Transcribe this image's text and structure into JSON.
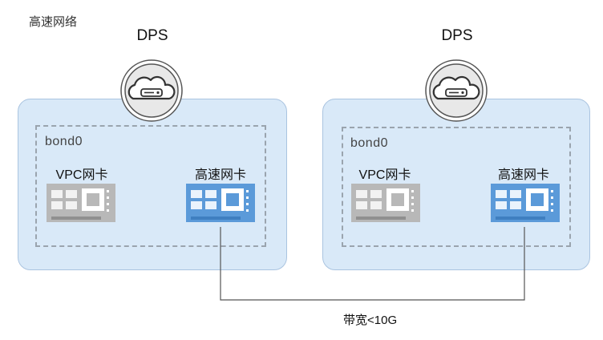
{
  "diagram": {
    "title": "高速网络",
    "bandwidth_label": "带宽<10G",
    "hosts": [
      {
        "dps_label": "DPS",
        "bond_label": "bond0",
        "vpc_nic_label": "VPC网卡",
        "hs_nic_label": "高速网卡"
      },
      {
        "dps_label": "DPS",
        "bond_label": "bond0",
        "vpc_nic_label": "VPC网卡",
        "hs_nic_label": "高速网卡"
      }
    ]
  },
  "colors": {
    "host_fill": "#d9e9f8",
    "host_border": "#aac4e0",
    "vpc_nic": "#b8b8b8",
    "hs_nic": "#5b9ad9",
    "link_line": "#555555"
  },
  "icons": [
    "storage-cloud-icon",
    "network-card-icon"
  ]
}
